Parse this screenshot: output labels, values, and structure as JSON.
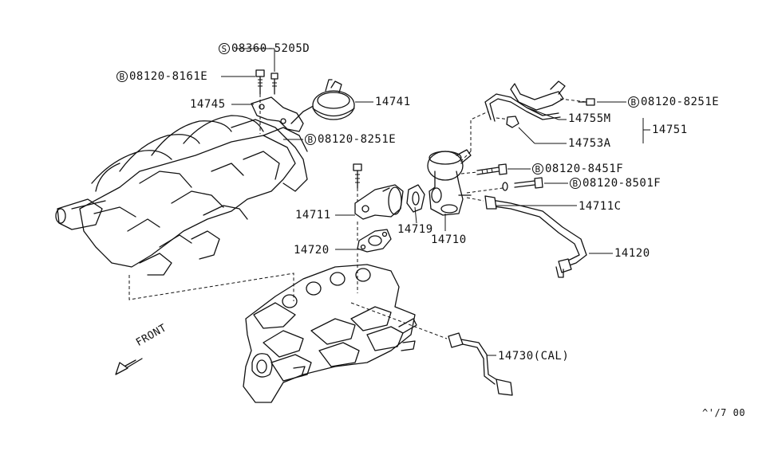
{
  "labels": {
    "screw_08360": {
      "prefix": "S",
      "code": "08360-5205D"
    },
    "bolt_8161E": {
      "prefix": "B",
      "code": "08120-8161E"
    },
    "part_14745": {
      "code": "14745"
    },
    "part_14741": {
      "code": "14741"
    },
    "bolt_8251E_upper": {
      "prefix": "B",
      "code": "08120-8251E"
    },
    "bolt_8251E_mid": {
      "prefix": "B",
      "code": "08120-8251E"
    },
    "part_14755M": {
      "code": "14755M"
    },
    "part_14751": {
      "code": "14751"
    },
    "part_14753A": {
      "code": "14753A"
    },
    "bolt_8451F": {
      "prefix": "B",
      "code": "08120-8451F"
    },
    "bolt_8501F": {
      "prefix": "B",
      "code": "08120-8501F"
    },
    "part_14711C": {
      "code": "14711C"
    },
    "part_14711": {
      "code": "14711"
    },
    "part_14719": {
      "code": "14719"
    },
    "part_14710": {
      "code": "14710"
    },
    "part_14120": {
      "code": "14120"
    },
    "part_14720": {
      "code": "14720"
    },
    "part_14730": {
      "code": "14730(CAL)"
    },
    "front_arrow": {
      "code": "FRONT"
    },
    "figure_code": {
      "code": "^'/7  00"
    }
  }
}
